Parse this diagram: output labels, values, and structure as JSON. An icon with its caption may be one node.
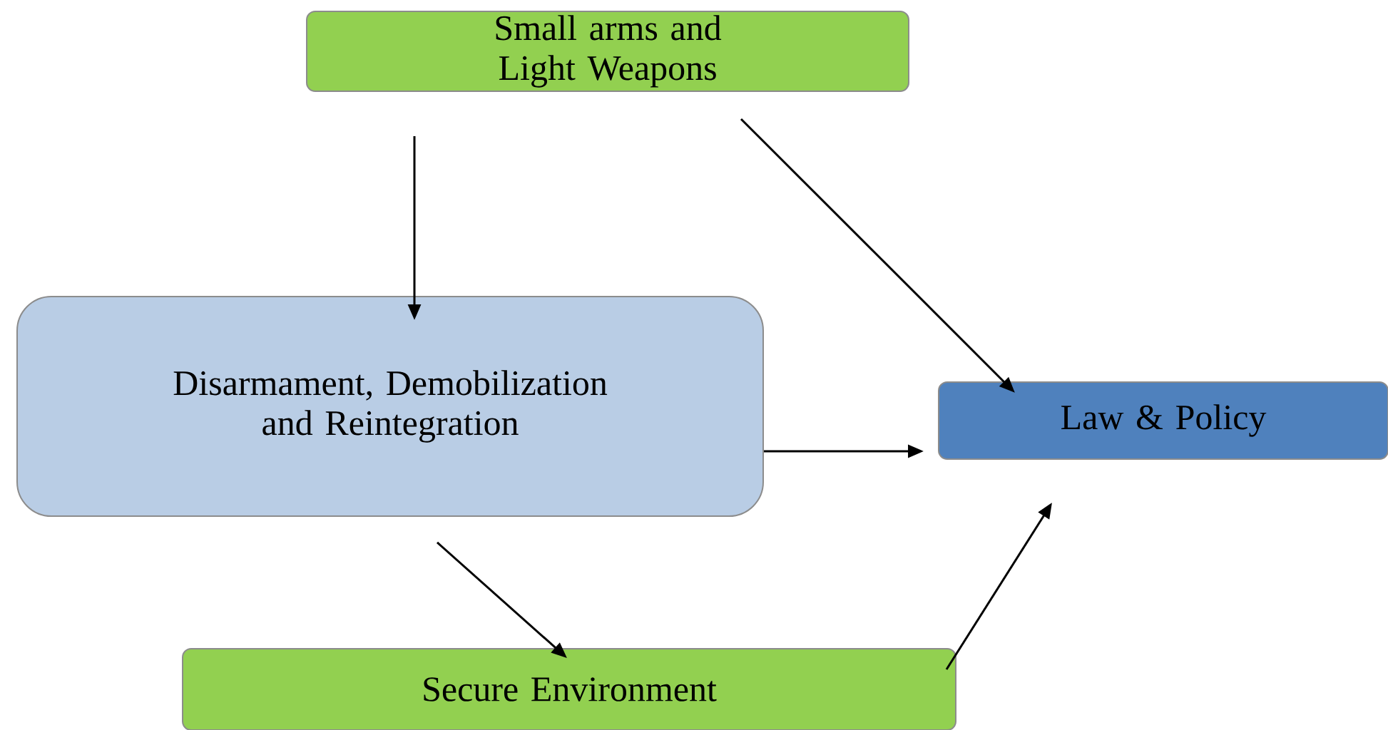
{
  "diagram": {
    "nodes": [
      {
        "text": [
          "Small arms and Light Weapons"
        ]
      },
      {
        "text": [
          "Disarmament, Demobilization and Reintegration"
        ]
      },
      {
        "text": [
          "Law & Policy"
        ]
      },
      {
        "text": [
          "Secure Environment"
        ]
      }
    ],
    "edges": [
      {
        "from": 0,
        "to": 1,
        "arrow": "to"
      },
      {
        "from": 0,
        "to": 2,
        "arrow": "to"
      },
      {
        "from": 1,
        "to": 2,
        "arrow": "to"
      },
      {
        "from": 1,
        "to": 3,
        "arrow": "to"
      },
      {
        "from": 3,
        "to": 2,
        "arrow": "to"
      }
    ]
  }
}
